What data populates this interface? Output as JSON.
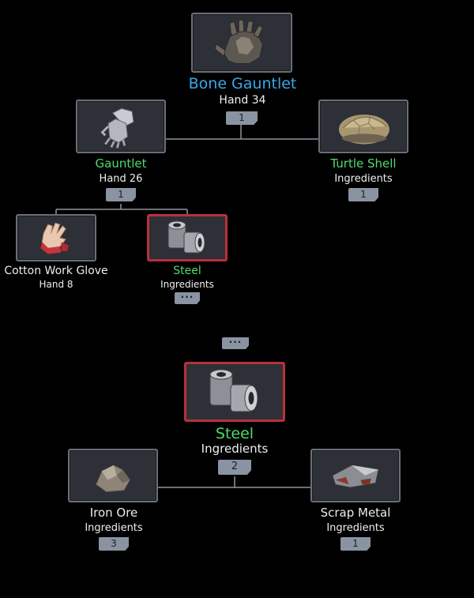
{
  "colors": {
    "title_blue": "#3aa8e8",
    "ingredient_green": "#4fdc6c",
    "selected_red": "#b8303c",
    "slot_bg": "#2d3036",
    "badge_bg": "#8a93a2"
  },
  "upper_tree": {
    "root": {
      "name": "Bone Gauntlet",
      "subtitle": "Hand 34",
      "badge": "1",
      "icon": "bone-gauntlet-icon"
    },
    "gauntlet": {
      "name": "Gauntlet",
      "subtitle": "Hand 26",
      "badge": "1",
      "icon": "gauntlet-icon"
    },
    "turtle_shell": {
      "name": "Turtle Shell",
      "subtitle": "Ingredients",
      "badge": "1",
      "icon": "turtle-shell-icon"
    },
    "cotton_glove": {
      "name": "Cotton Work Glove",
      "subtitle": "Hand 8",
      "icon": "cotton-glove-icon"
    },
    "steel": {
      "name": "Steel",
      "subtitle": "Ingredients",
      "badge": "···",
      "icon": "steel-icon"
    }
  },
  "separator_badge": "···",
  "lower_tree": {
    "steel": {
      "name": "Steel",
      "subtitle": "Ingredients",
      "badge": "2",
      "icon": "steel-icon"
    },
    "iron_ore": {
      "name": "Iron Ore",
      "subtitle": "Ingredients",
      "badge": "3",
      "icon": "iron-ore-icon"
    },
    "scrap_metal": {
      "name": "Scrap Metal",
      "subtitle": "Ingredients",
      "badge": "1",
      "icon": "scrap-metal-icon"
    }
  }
}
